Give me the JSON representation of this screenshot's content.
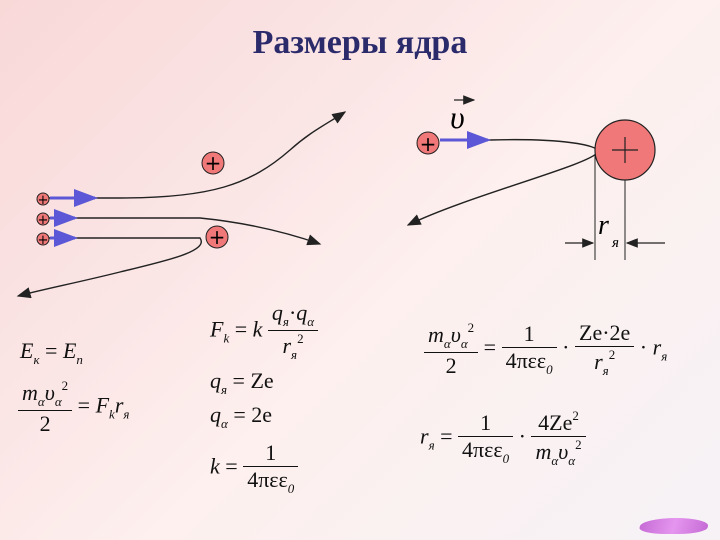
{
  "title": "Размеры ядра",
  "colors": {
    "nucleus_fill": "#f07878",
    "trajectory": "#222222",
    "arrow_blue": "#5b57d6",
    "title": "#2b2b6b"
  },
  "diagram": {
    "plus": "+",
    "velocity_symbol": "υ",
    "radius_symbol": "r",
    "radius_sub": "я"
  },
  "equations": {
    "energy": {
      "lhs": "E",
      "lhs_sub": "к",
      "eq": "=",
      "rhs": "E",
      "rhs_sub": "п"
    },
    "balance": {
      "m": "m",
      "sub_a": "α",
      "v": "υ",
      "sup2": "2",
      "den": "2",
      "eq": "=",
      "F": "F",
      "sub_k": "k",
      "r": "r",
      "sub_ya": "я"
    },
    "force": {
      "F": "F",
      "sub_k": "k",
      "eq": "=",
      "k": "k",
      "q": "q",
      "sub_ya": "я",
      "dot": "·",
      "sub_a": "α",
      "r": "r",
      "sup2": "2"
    },
    "charge_nucleus": {
      "q": "q",
      "sub": "я",
      "eq": "=",
      "rhs": "Ze"
    },
    "charge_alpha": {
      "q": "q",
      "sub": "α",
      "eq": "=",
      "rhs": "2e"
    },
    "constant": {
      "k": "k",
      "eq": "=",
      "num": "1",
      "den": "4πεε",
      "den_sub": "0"
    },
    "main": {
      "m": "m",
      "sub_a": "α",
      "v": "υ",
      "sup2": "2",
      "den2": "2",
      "eq": "=",
      "one": "1",
      "den": "4πεε",
      "den_sub": "0",
      "dot": "·",
      "num2": "Ze·2e",
      "r": "r",
      "sub_ya": "я"
    },
    "result": {
      "r": "r",
      "sub_ya": "я",
      "eq": "=",
      "one": "1",
      "den": "4πεε",
      "den_sub": "0",
      "dot": "·",
      "num2": "4Ze",
      "sup2": "2",
      "m": "m",
      "sub_a": "α",
      "v": "υ"
    }
  }
}
